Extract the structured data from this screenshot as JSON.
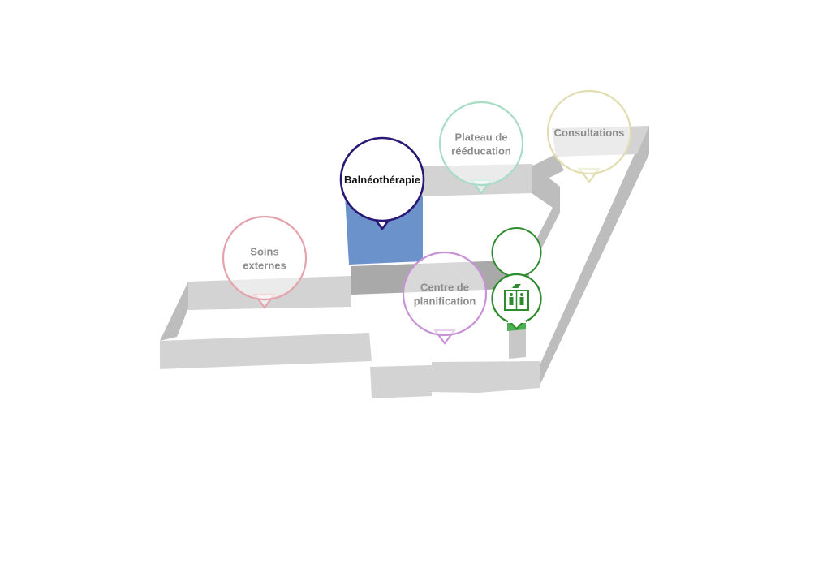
{
  "map": {
    "zones": [
      {
        "id": "soins-externes",
        "lines": [
          "Soins",
          "externes"
        ],
        "color": "#e4a3ad",
        "active": false
      },
      {
        "id": "balneotherapie",
        "lines": [
          "Balnéothérapie"
        ],
        "color": "#2b1876",
        "active": true,
        "highlight": "#5b86c4"
      },
      {
        "id": "plateau-reeducation",
        "lines": [
          "Plateau de",
          "rééducation"
        ],
        "color": "#a9dcc6",
        "active": false
      },
      {
        "id": "consultations",
        "lines": [
          "Consultations"
        ],
        "color": "#e0deb0",
        "active": false
      },
      {
        "id": "centre-planification",
        "lines": [
          "Centre de",
          "planification"
        ],
        "color": "#c893d6",
        "active": false
      }
    ],
    "elevator": {
      "icon": "elevator-icon",
      "color": "#2e8b2e"
    },
    "text_color": "#8c8c8c",
    "active_text_color": "#111111"
  }
}
